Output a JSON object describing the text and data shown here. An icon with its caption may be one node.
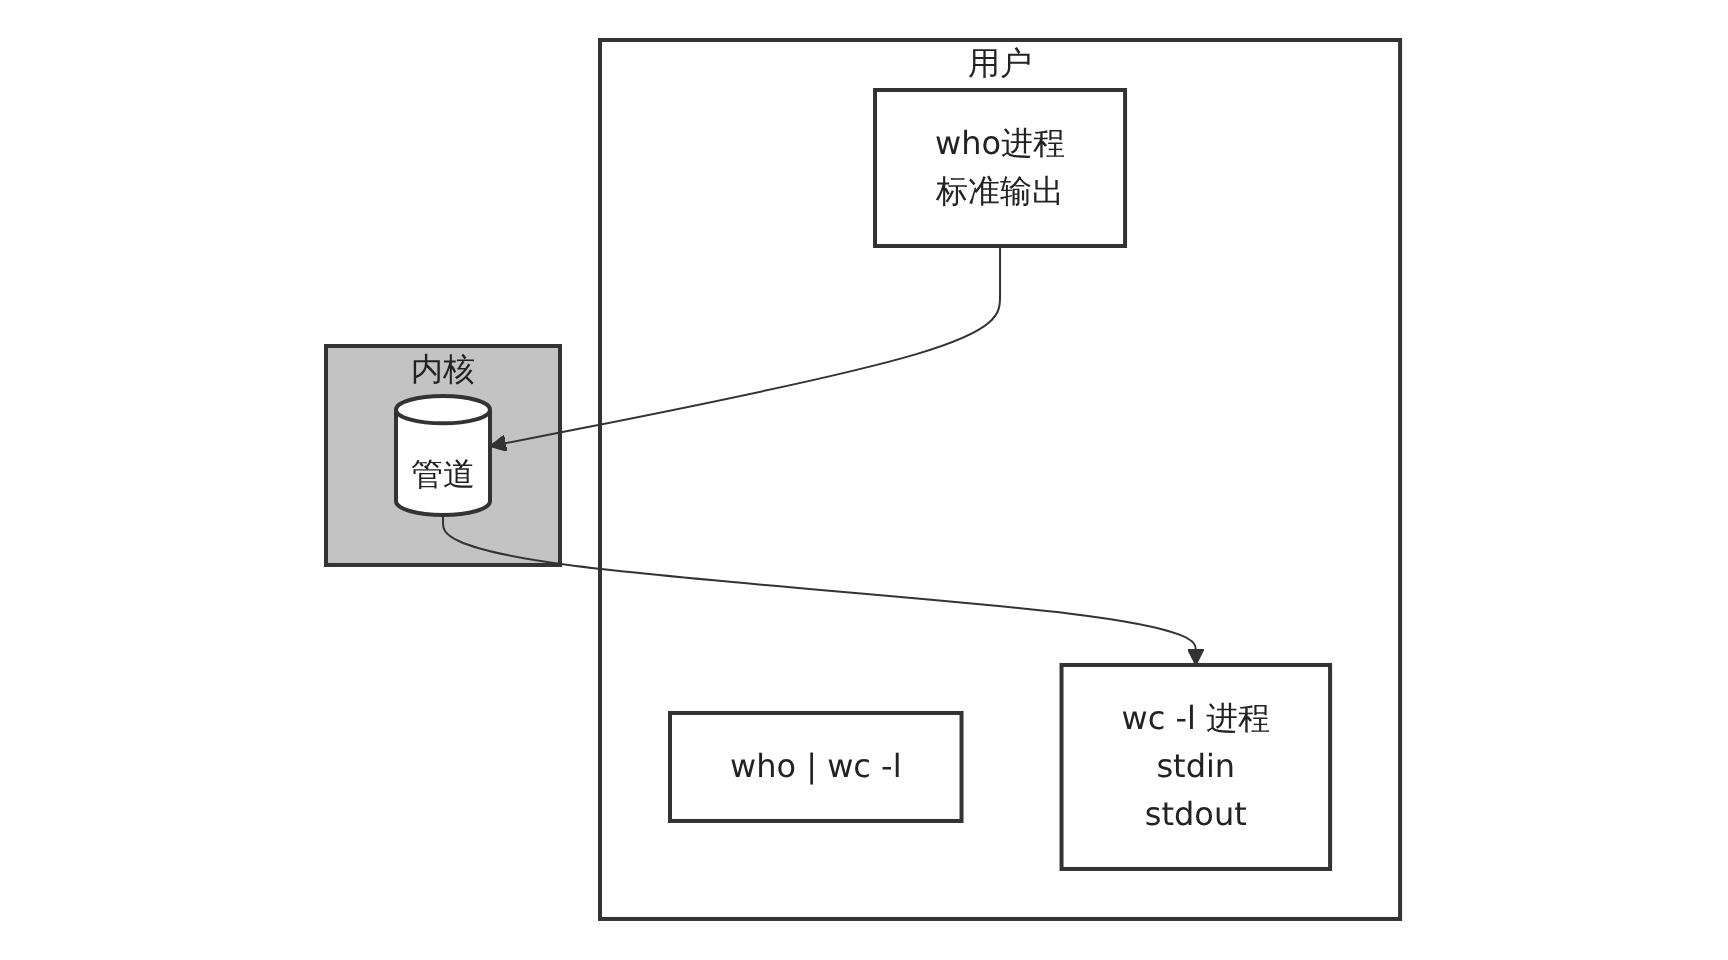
{
  "diagram": {
    "nodes": [
      {
        "text": [
          "用户"
        ]
      },
      {
        "text": [
          "who | wc -l"
        ],
        "in": 0
      },
      {
        "text": [
          "who进程",
          "标准输出"
        ],
        "in": 0
      },
      {
        "text": [
          "wc -l 进程",
          "stdin",
          "stdout"
        ],
        "in": 0
      },
      {
        "text": [
          "内核"
        ]
      },
      {
        "text": [
          "管道"
        ],
        "in": 4
      }
    ],
    "edges": [
      {
        "from": 2,
        "to": 5,
        "arrow": "to"
      },
      {
        "from": 5,
        "to": 3,
        "arrow": "to"
      }
    ]
  }
}
